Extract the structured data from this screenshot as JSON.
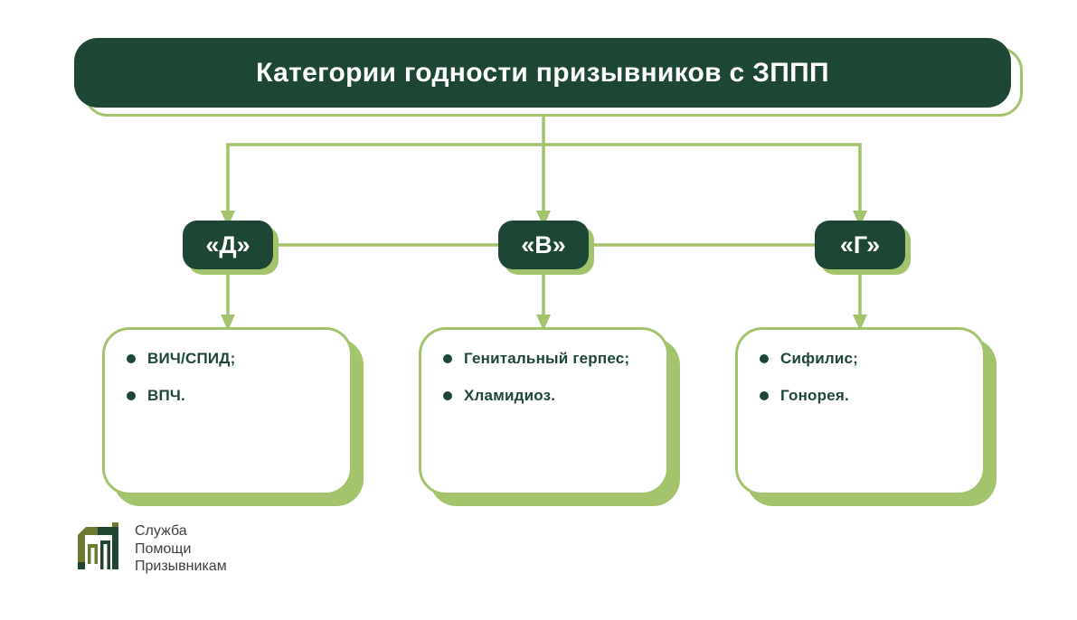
{
  "title": {
    "text": "Категории годности призывников с ЗППП"
  },
  "categories": [
    {
      "label": "«Д»",
      "items": [
        "ВИЧ/СПИД;",
        "ВПЧ."
      ]
    },
    {
      "label": "«В»",
      "items": [
        "Генитальный герпес;",
        "Хламидиоз."
      ]
    },
    {
      "label": "«Г»",
      "items": [
        "Сифилис;",
        "Гонорея."
      ]
    }
  ],
  "logo": {
    "line1": "Служба",
    "line2": "Помощи",
    "line3": "Призывникам",
    "mark_icon": "building-monogram"
  },
  "icons": {
    "arrowhead": "triangle-down",
    "bullet": "filled-circle"
  },
  "colors": {
    "dark_green": "#1d4634",
    "light_green": "#a3c46c",
    "logo_olive": "#6d7b32",
    "logo_dark_green": "#21452f",
    "logo_text_gray": "#3f3f3f",
    "background": "#ffffff",
    "title_text": "#ffffff"
  }
}
